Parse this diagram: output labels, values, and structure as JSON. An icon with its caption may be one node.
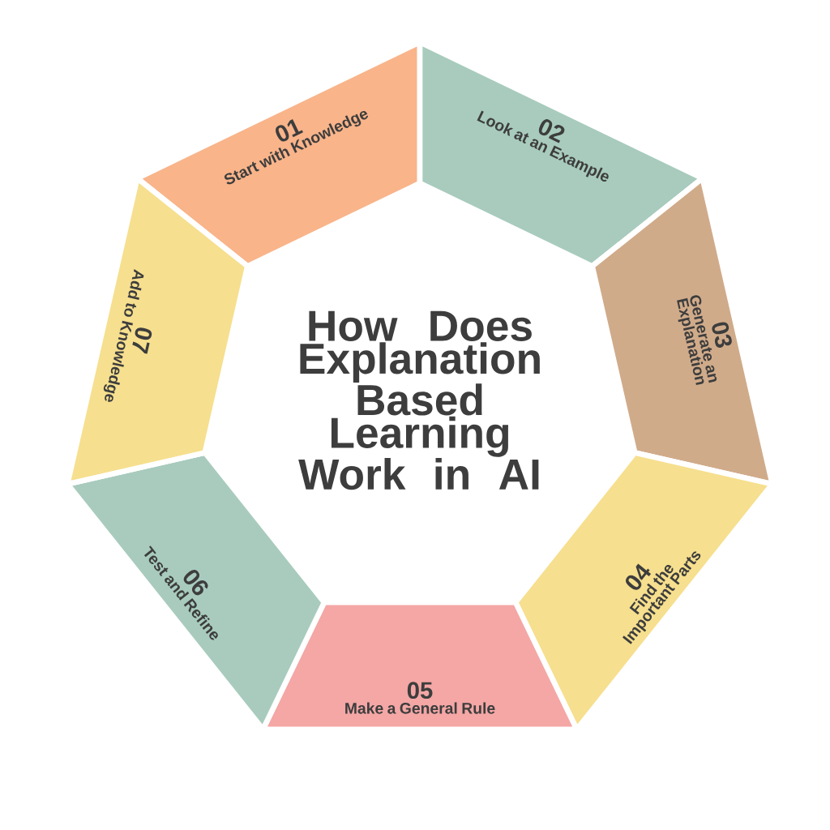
{
  "diagram": {
    "title": "How Does Explanation Based Learning Work in AI",
    "nodes": [
      {
        "text": [
          "01",
          "Start with Knowledge"
        ]
      },
      {
        "text": [
          "02",
          "Look at an Example"
        ]
      },
      {
        "text": [
          "03",
          "Generate an Explanation"
        ]
      },
      {
        "text": [
          "04",
          "Find the Important Parts"
        ]
      },
      {
        "text": [
          "05",
          "Make a General Rule"
        ]
      },
      {
        "text": [
          "06",
          "Test and Refine"
        ]
      },
      {
        "text": [
          "07",
          "Add to Knowledge"
        ]
      }
    ]
  }
}
